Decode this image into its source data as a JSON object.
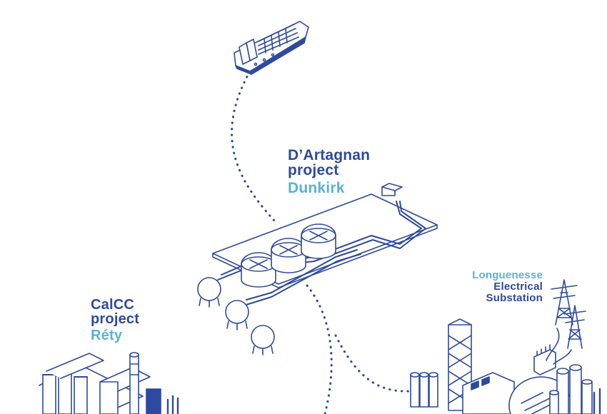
{
  "labels": {
    "dartagnan": {
      "line1": "D’Artagnan",
      "line2": "project",
      "city": "Dunkirk"
    },
    "calcc": {
      "line1": "CalCC",
      "line2": "project",
      "city": "Réty"
    },
    "longuenesse": {
      "line1": "Longuenesse",
      "line2": "Electrical",
      "line3": "Substation"
    }
  },
  "colors": {
    "ink": "#2e4a9e",
    "accent": "#58b3d6",
    "background": "#ffffff"
  },
  "icons": [
    "ship-icon",
    "lng-terminal-icon",
    "cement-plant-icon",
    "substation-icon",
    "power-pylon-icon"
  ]
}
